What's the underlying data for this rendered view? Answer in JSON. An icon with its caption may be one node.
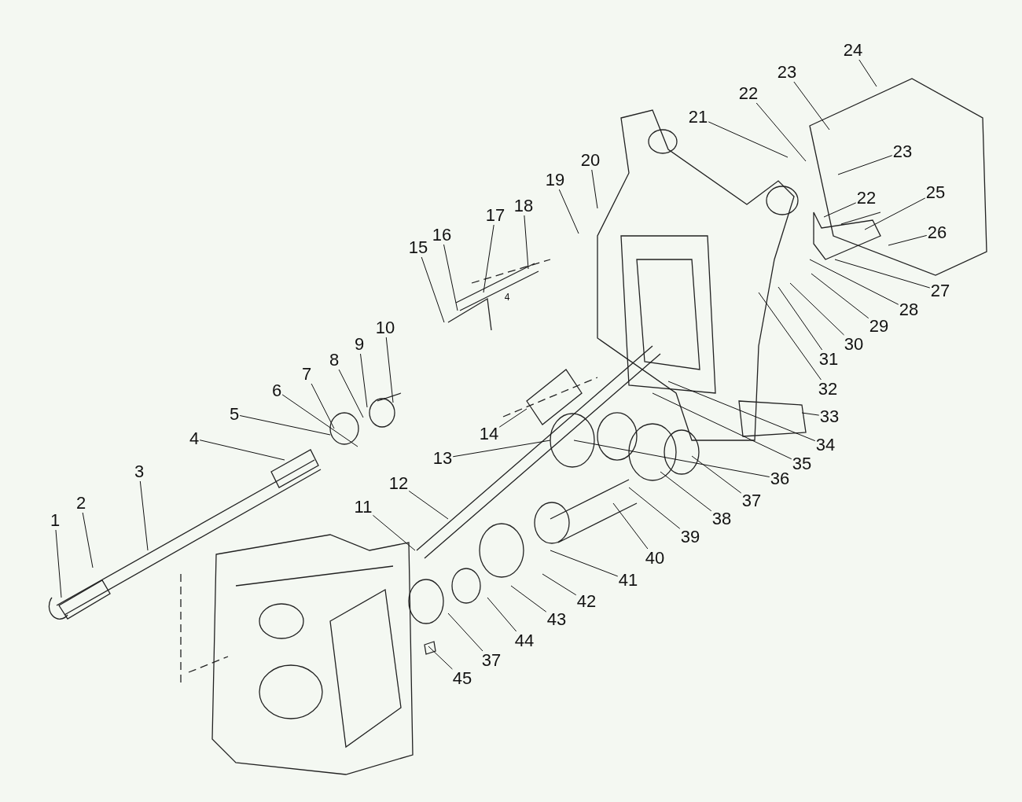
{
  "diagram": {
    "nodes": [
      {
        "text": [
          "1"
        ]
      },
      {
        "text": [
          "2"
        ]
      },
      {
        "text": [
          "3"
        ]
      },
      {
        "text": [
          "4"
        ]
      },
      {
        "text": [
          "5"
        ]
      },
      {
        "text": [
          "6"
        ]
      },
      {
        "text": [
          "7"
        ]
      },
      {
        "text": [
          "8"
        ]
      },
      {
        "text": [
          "9"
        ]
      },
      {
        "text": [
          "10"
        ]
      },
      {
        "text": [
          "11"
        ]
      },
      {
        "text": [
          "12"
        ]
      },
      {
        "text": [
          "13"
        ]
      },
      {
        "text": [
          "14"
        ]
      },
      {
        "text": [
          "15"
        ]
      },
      {
        "text": [
          "16"
        ]
      },
      {
        "text": [
          "17"
        ]
      },
      {
        "text": [
          "18"
        ]
      },
      {
        "text": [
          "19"
        ]
      },
      {
        "text": [
          "20"
        ]
      },
      {
        "text": [
          "21"
        ]
      },
      {
        "text": [
          "22"
        ]
      },
      {
        "text": [
          "23"
        ]
      },
      {
        "text": [
          "24"
        ]
      },
      {
        "text": [
          "23"
        ]
      },
      {
        "text": [
          "22"
        ]
      },
      {
        "text": [
          "25"
        ]
      },
      {
        "text": [
          "26"
        ]
      },
      {
        "text": [
          "27"
        ]
      },
      {
        "text": [
          "28"
        ]
      },
      {
        "text": [
          "29"
        ]
      },
      {
        "text": [
          "30"
        ]
      },
      {
        "text": [
          "31"
        ]
      },
      {
        "text": [
          "32"
        ]
      },
      {
        "text": [
          "33"
        ]
      },
      {
        "text": [
          "34"
        ]
      },
      {
        "text": [
          "35"
        ]
      },
      {
        "text": [
          "36"
        ]
      },
      {
        "text": [
          "37"
        ]
      },
      {
        "text": [
          "38"
        ]
      },
      {
        "text": [
          "39"
        ]
      },
      {
        "text": [
          "40"
        ]
      },
      {
        "text": [
          "41"
        ]
      },
      {
        "text": [
          "42"
        ]
      },
      {
        "text": [
          "43"
        ]
      },
      {
        "text": [
          "44"
        ]
      },
      {
        "text": [
          "37"
        ]
      },
      {
        "text": [
          "45"
        ]
      }
    ],
    "edges": [
      {
        "from": 0,
        "to": null,
        "arrow": "none"
      },
      {
        "from": 1,
        "to": null,
        "arrow": "none"
      },
      {
        "from": 2,
        "to": null,
        "arrow": "none"
      },
      {
        "from": 3,
        "to": null,
        "arrow": "none"
      },
      {
        "from": 4,
        "to": null,
        "arrow": "none"
      },
      {
        "from": 5,
        "to": null,
        "arrow": "none"
      },
      {
        "from": 6,
        "to": null,
        "arrow": "none"
      },
      {
        "from": 7,
        "to": null,
        "arrow": "none"
      },
      {
        "from": 8,
        "to": null,
        "arrow": "none"
      },
      {
        "from": 9,
        "to": null,
        "arrow": "none"
      },
      {
        "from": 10,
        "to": null,
        "arrow": "none"
      },
      {
        "from": 11,
        "to": null,
        "arrow": "none"
      },
      {
        "from": 12,
        "to": null,
        "arrow": "none"
      },
      {
        "from": 13,
        "to": null,
        "arrow": "none"
      },
      {
        "from": 14,
        "to": null,
        "arrow": "none"
      },
      {
        "from": 15,
        "to": null,
        "arrow": "none"
      },
      {
        "from": 16,
        "to": null,
        "arrow": "none"
      },
      {
        "from": 17,
        "to": null,
        "arrow": "none"
      },
      {
        "from": 18,
        "to": null,
        "arrow": "none"
      },
      {
        "from": 19,
        "to": null,
        "arrow": "none"
      },
      {
        "from": 20,
        "to": null,
        "arrow": "none"
      },
      {
        "from": 21,
        "to": null,
        "arrow": "none"
      },
      {
        "from": 22,
        "to": null,
        "arrow": "none"
      },
      {
        "from": 23,
        "to": null,
        "arrow": "none"
      },
      {
        "from": 24,
        "to": null,
        "arrow": "none"
      },
      {
        "from": 25,
        "to": null,
        "arrow": "none"
      },
      {
        "from": 26,
        "to": null,
        "arrow": "none"
      },
      {
        "from": 27,
        "to": null,
        "arrow": "none"
      },
      {
        "from": 28,
        "to": null,
        "arrow": "none"
      },
      {
        "from": 29,
        "to": null,
        "arrow": "none"
      },
      {
        "from": 30,
        "to": null,
        "arrow": "none"
      },
      {
        "from": 31,
        "to": null,
        "arrow": "none"
      },
      {
        "from": 32,
        "to": null,
        "arrow": "none"
      },
      {
        "from": 33,
        "to": null,
        "arrow": "none"
      },
      {
        "from": 34,
        "to": null,
        "arrow": "none"
      },
      {
        "from": 35,
        "to": null,
        "arrow": "none"
      },
      {
        "from": 36,
        "to": null,
        "arrow": "none"
      },
      {
        "from": 37,
        "to": null,
        "arrow": "none"
      },
      {
        "from": 38,
        "to": null,
        "arrow": "none"
      },
      {
        "from": 39,
        "to": null,
        "arrow": "none"
      },
      {
        "from": 40,
        "to": null,
        "arrow": "none"
      },
      {
        "from": 41,
        "to": null,
        "arrow": "none"
      },
      {
        "from": 42,
        "to": null,
        "arrow": "none"
      },
      {
        "from": 43,
        "to": null,
        "arrow": "none"
      },
      {
        "from": 44,
        "to": null,
        "arrow": "none"
      },
      {
        "from": 45,
        "to": null,
        "arrow": "none"
      },
      {
        "from": 46,
        "to": null,
        "arrow": "none"
      },
      {
        "from": 47,
        "to": null,
        "arrow": "none"
      }
    ],
    "labels": [
      "4"
    ]
  }
}
